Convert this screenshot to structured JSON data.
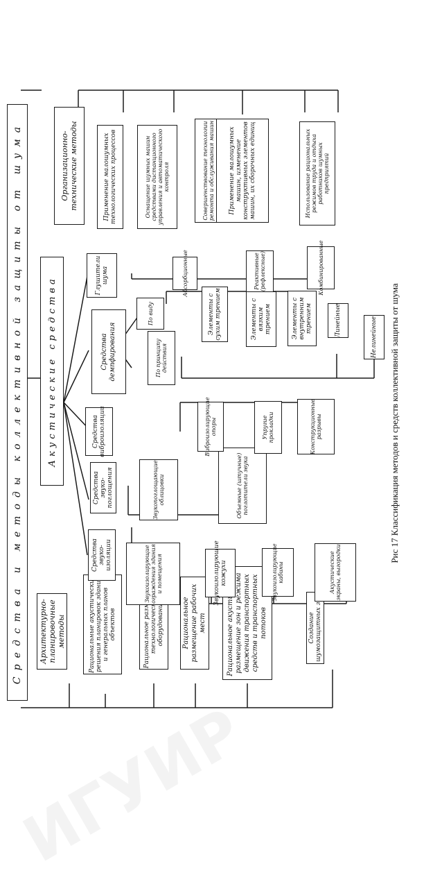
{
  "caption": "Рис 17 Классификация методов и средств коллективной защиты от шума",
  "header": "Средства и методы коллективной защиты от шума",
  "watermark": "ИГУИР",
  "colors": {
    "ink": "#1a1a1a",
    "paper": "#ffffff"
  },
  "left_branch": {
    "title": "Архитектурно-планировочные методы",
    "items": [
      "Рациональные акустические решения планировок зданий и генеральных планов объектов",
      "Рациональное размещение технологического оборудования",
      "Рациональное размещение рабочих мест",
      "Рациональное акустическое размещение зон и режима движения транспортных средств и транспортных потоков",
      "Создание шумозащитных зон"
    ]
  },
  "middle_branch": {
    "title": "Акустические средства",
    "groups": [
      {
        "title": "Средства звуко-изоляции",
        "items": [
          "Звукоизолирующие ограждения здания и помещения",
          "Звукоизолирующие кожухи",
          "Звукоизолирующие кабины",
          "Акустические экраны, выгородки"
        ]
      },
      {
        "title": "Средства звуко-поглощения",
        "items": [
          "Звукопоглощающие облицовки",
          "Объемные (штучные) поглотители звука"
        ]
      },
      {
        "title": "Средства виброизоляции",
        "items": [
          "Виброизолирующие опоры",
          "Упругие прокладки",
          "Конструкционные разрывы"
        ]
      },
      {
        "title": "Средства демпфирования",
        "by_principle": "По принципу действия",
        "by_type": "По виду",
        "items": [
          "Элементы с сухим трением",
          "Элементы с вязким трением",
          "Элементы с внутренним трением",
          "Линейные",
          "Нелинейные"
        ]
      },
      {
        "title": "Глушители шума",
        "items": [
          "Абсорбционные",
          "Реактивные (рефлексные)",
          "Комбинированные"
        ]
      }
    ]
  },
  "right_branch": {
    "title": "Организационно-технические методы",
    "items": [
      "Применение малошумных технологических процессов",
      "Оснащение шумных машин средствами дистанционного управления и автоматического контроля",
      "Совершенствование технологии ремонта и обслуживания машин",
      "Применение малошумных машин, изменение конструктивных элементов машин, их сборочных единиц",
      "Использование рациональных режимов труда и отдыха работников шумных предприятий"
    ]
  }
}
